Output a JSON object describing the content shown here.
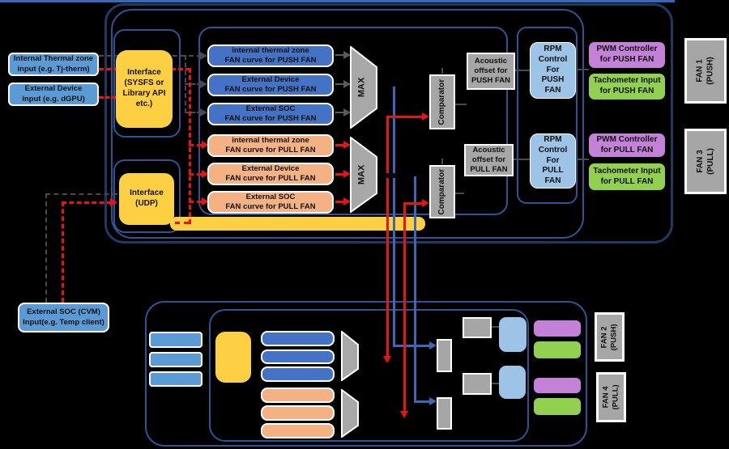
{
  "colors": {
    "background": "#000000",
    "outer_border": "#1f3864",
    "inner_border": "#2e5496",
    "input_blue": "#5b9bd5",
    "curve_blue": "#4472c4",
    "curve_orange": "#f4b183",
    "interface_yellow": "#fdd043",
    "gray_block": "#a6a6a6",
    "rpm_blue": "#9dc3e6",
    "pwm_purple": "#c481d8",
    "tach_green": "#92d050",
    "wire_red": "#e81313",
    "wire_blue": "#3a68b8"
  },
  "top": {
    "inputs": {
      "internal": "Internal Thermal zone\ninput (e.g. Tj-therm)",
      "external": "External Device\ninput (e.g. dGPU)"
    },
    "iface": {
      "sysfs": "Interface\n(SYSFS or\nLibrary API\netc.)",
      "udp": "Interface\n(UDP)"
    },
    "curves": [
      "internal thermal zone\nFAN curve for PUSH FAN",
      "External Device\nFAN curve for PUSH FAN",
      "External SOC\nFAN curve for PUSH FAN",
      "internal thermal zone\nFAN curve for PULL FAN",
      "External Device\nFAN curve for PULL FAN",
      "External SOC\nFAN curve for PULL FAN"
    ],
    "max": "MAX",
    "comparator": "Comparator",
    "acoustic": {
      "push": "Acoustic\noffset for\nPUSH FAN",
      "pull": "Acoustic\noffset for\nPULL FAN"
    },
    "rpm": {
      "push": "RPM\nControl\nFor\nPUSH\nFAN",
      "pull": "RPM\nControl\nFor\nPULL\nFAN"
    },
    "pwm": {
      "push": "PWM Controller\nfor PUSH FAN",
      "pull": "PWM Controller\nfor PULL FAN"
    },
    "tach": {
      "push": "Tachometer Input\nfor PUSH FAN",
      "pull": "Tachometer Input\nfor PULL FAN"
    },
    "fan1": "FAN 1\n(PUSH)",
    "fan3": "FAN 3\n(PULL)"
  },
  "bottom": {
    "cvm": "External SOC (CVM)\nInput(e.g. Temp client)",
    "fan2": "FAN 2\n(PUSH)",
    "fan4": "FAN 4\n(PULL)"
  }
}
